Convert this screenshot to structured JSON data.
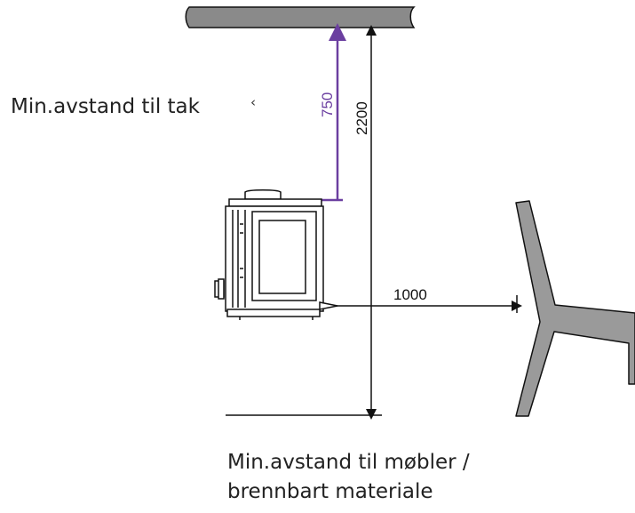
{
  "labels": {
    "ceiling_clearance": "Min.avstand til tak",
    "ceiling_mark": "‹",
    "furniture_clearance_line1": "Min.avstand til møbler /",
    "furniture_clearance_line2": "brennbart materiale"
  },
  "dimensions": {
    "ceiling_distance": "750",
    "total_height": "2200",
    "furniture_distance": "1000"
  },
  "colors": {
    "ceiling_fill": "#8a8a8a",
    "dimension_purple": "#6b3fa0",
    "line_black": "#111111",
    "chair_fill": "#9a9a9a",
    "text": "#222222"
  },
  "icons": {
    "stove": "stove-icon",
    "chair": "chair-icon"
  }
}
